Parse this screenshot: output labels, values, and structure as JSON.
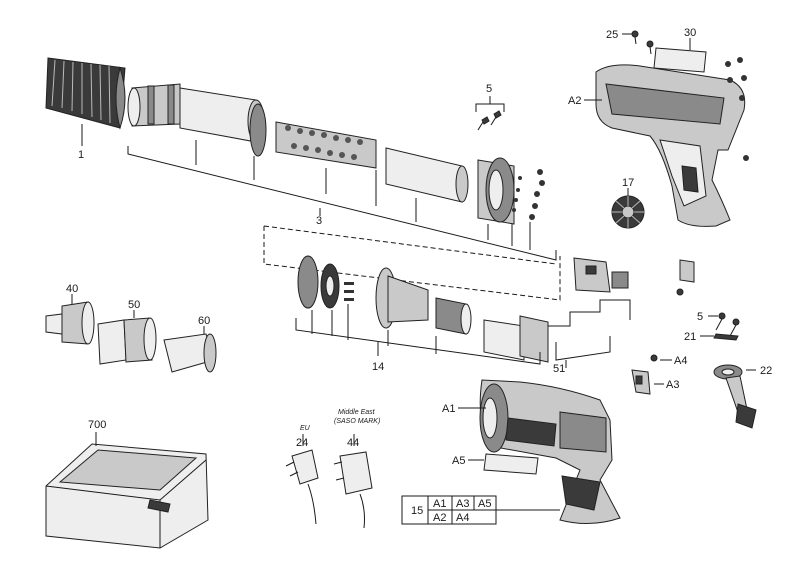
{
  "part_labels": {
    "p1": "1",
    "p3": "3",
    "p5a": "5",
    "p5b": "5",
    "p14": "14",
    "p15": "15",
    "p17": "17",
    "p21": "21",
    "p22": "22",
    "p24": "24",
    "p25": "25",
    "p30": "30",
    "p40": "40",
    "p44": "44",
    "p50": "50",
    "p51": "51",
    "p60": "60",
    "p700": "700",
    "pA1": "A1",
    "pA2": "A2",
    "pA3": "A3",
    "pA4": "A4",
    "pA5": "A5"
  },
  "plug_notes": {
    "eu": "EU",
    "me_line1": "Middle East",
    "me_line2": "(SASO MARK)"
  },
  "kit_table": {
    "kit_number": "15",
    "row1": [
      "A1",
      "A3",
      "A5"
    ],
    "row2": [
      "A2",
      "A4"
    ]
  }
}
